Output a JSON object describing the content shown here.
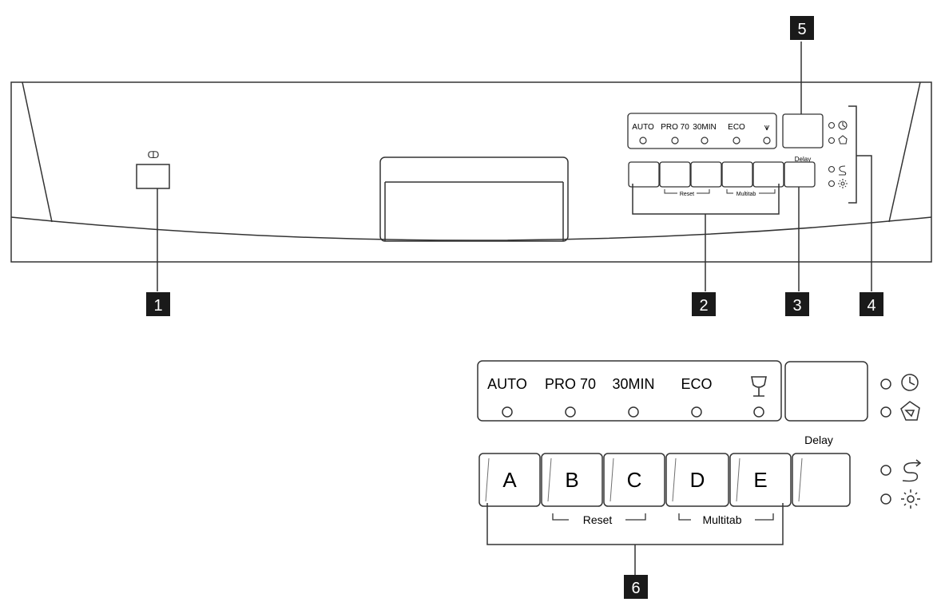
{
  "callouts": {
    "c1": "1",
    "c2": "2",
    "c3": "3",
    "c4": "4",
    "c5": "5",
    "c6": "6"
  },
  "top_panel": {
    "power_symbol": "ↀ",
    "programs": [
      "AUTO",
      "PRO 70",
      "30MIN",
      "ECO"
    ],
    "glass_symbol": "⩛",
    "delay_label": "Delay",
    "reset_label": "Reset",
    "multitab_label": "Multitab"
  },
  "detail_panel": {
    "programs": [
      "AUTO",
      "PRO 70",
      "30MIN",
      "ECO"
    ],
    "glass_symbol": "⩛",
    "delay_label": "Delay",
    "buttons": [
      "A",
      "B",
      "C",
      "D",
      "E"
    ],
    "reset_label": "Reset",
    "multitab_label": "Multitab"
  },
  "indicator_icons": [
    "clock-icon",
    "salt-icon",
    "rinse-aid-icon",
    "sun-icon"
  ],
  "colors": {
    "line": "#333333",
    "callout_bg": "#1a1a1a",
    "callout_fg": "#ffffff"
  }
}
